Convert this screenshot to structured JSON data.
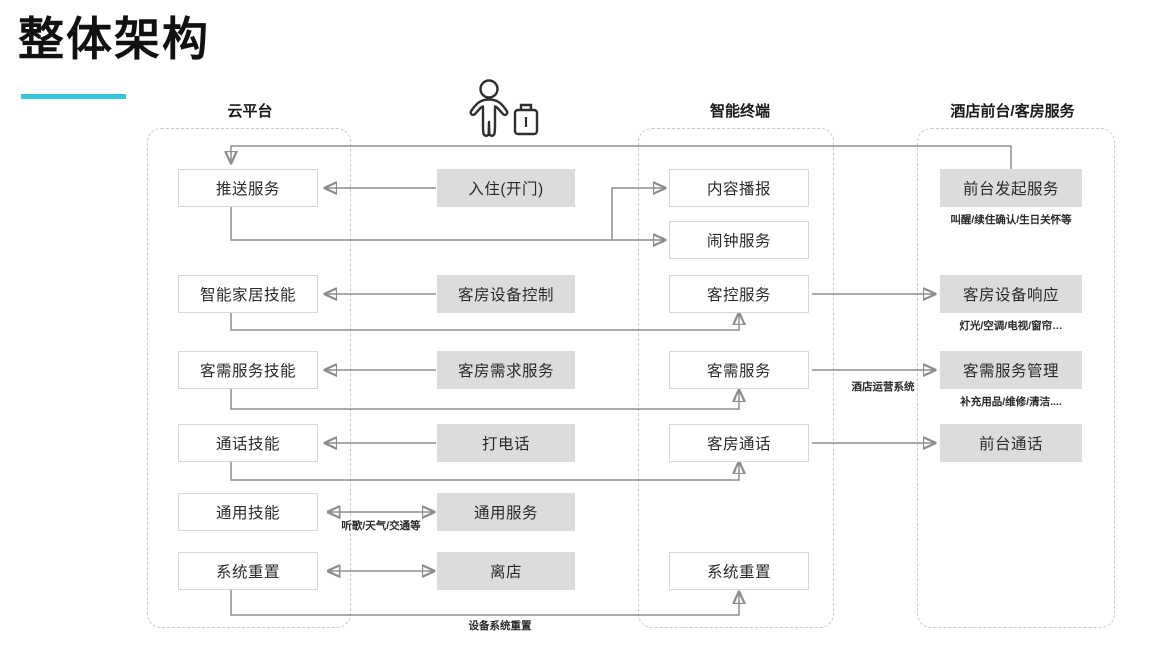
{
  "page": {
    "title": "整体架构",
    "accent_color": "#38c6dd",
    "fill_color": "#dcdcdc",
    "line_color": "#8d8d8d"
  },
  "columns": [
    {
      "key": "cloud",
      "label": "云平台"
    },
    {
      "key": "terminal",
      "label": "智能终端"
    },
    {
      "key": "hotel",
      "label": "酒店前台/客房服务"
    }
  ],
  "actor": {
    "icon": "traveller-with-suitcase-icon"
  },
  "cloud_skills": [
    {
      "label": "推送服务"
    },
    {
      "label": "智能家居技能"
    },
    {
      "label": "客需服务技能"
    },
    {
      "label": "通话技能"
    },
    {
      "label": "通用技能"
    },
    {
      "label": "系统重置"
    }
  ],
  "guest_actions": [
    {
      "label": "入住(开门)"
    },
    {
      "label": "客房设备控制"
    },
    {
      "label": "客房需求服务"
    },
    {
      "label": "打电话"
    },
    {
      "label": "通用服务"
    },
    {
      "label": "离店"
    }
  ],
  "terminal_services": [
    {
      "label": "内容播报"
    },
    {
      "label": "闹钟服务"
    },
    {
      "label": "客控服务"
    },
    {
      "label": "客需服务"
    },
    {
      "label": "客房通话"
    },
    {
      "label": "系统重置"
    }
  ],
  "hotel_services": [
    {
      "label": "前台发起服务",
      "note": "叫醒/续住确认/生日关怀等"
    },
    {
      "label": "客房设备响应",
      "note": "灯光/空调/电视/窗帘…"
    },
    {
      "label": "客需服务管理",
      "note": "补充用品/维修/清洁...."
    },
    {
      "label": "前台通话",
      "note": ""
    }
  ],
  "edge_labels": {
    "general": "听歌/天气/交通等",
    "operations": "酒店运营系统",
    "reset": "设备系统重置"
  }
}
